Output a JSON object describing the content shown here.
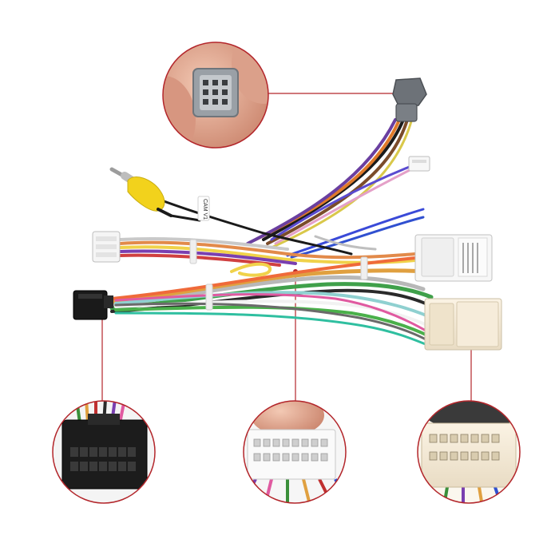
{
  "product": {
    "cable_tag_text": "CAM V1",
    "connector_label_line1": "",
    "connector_label_line2": ""
  },
  "callouts": [
    {
      "name": "callout-top-gray-connector"
    },
    {
      "name": "callout-black-16pin-connector"
    },
    {
      "name": "callout-white-main-connector"
    },
    {
      "name": "callout-cream-connector"
    }
  ],
  "colors": {
    "callout_line": "#b3262b",
    "callout_ring": "#b3262b",
    "background": "#ffffff"
  }
}
